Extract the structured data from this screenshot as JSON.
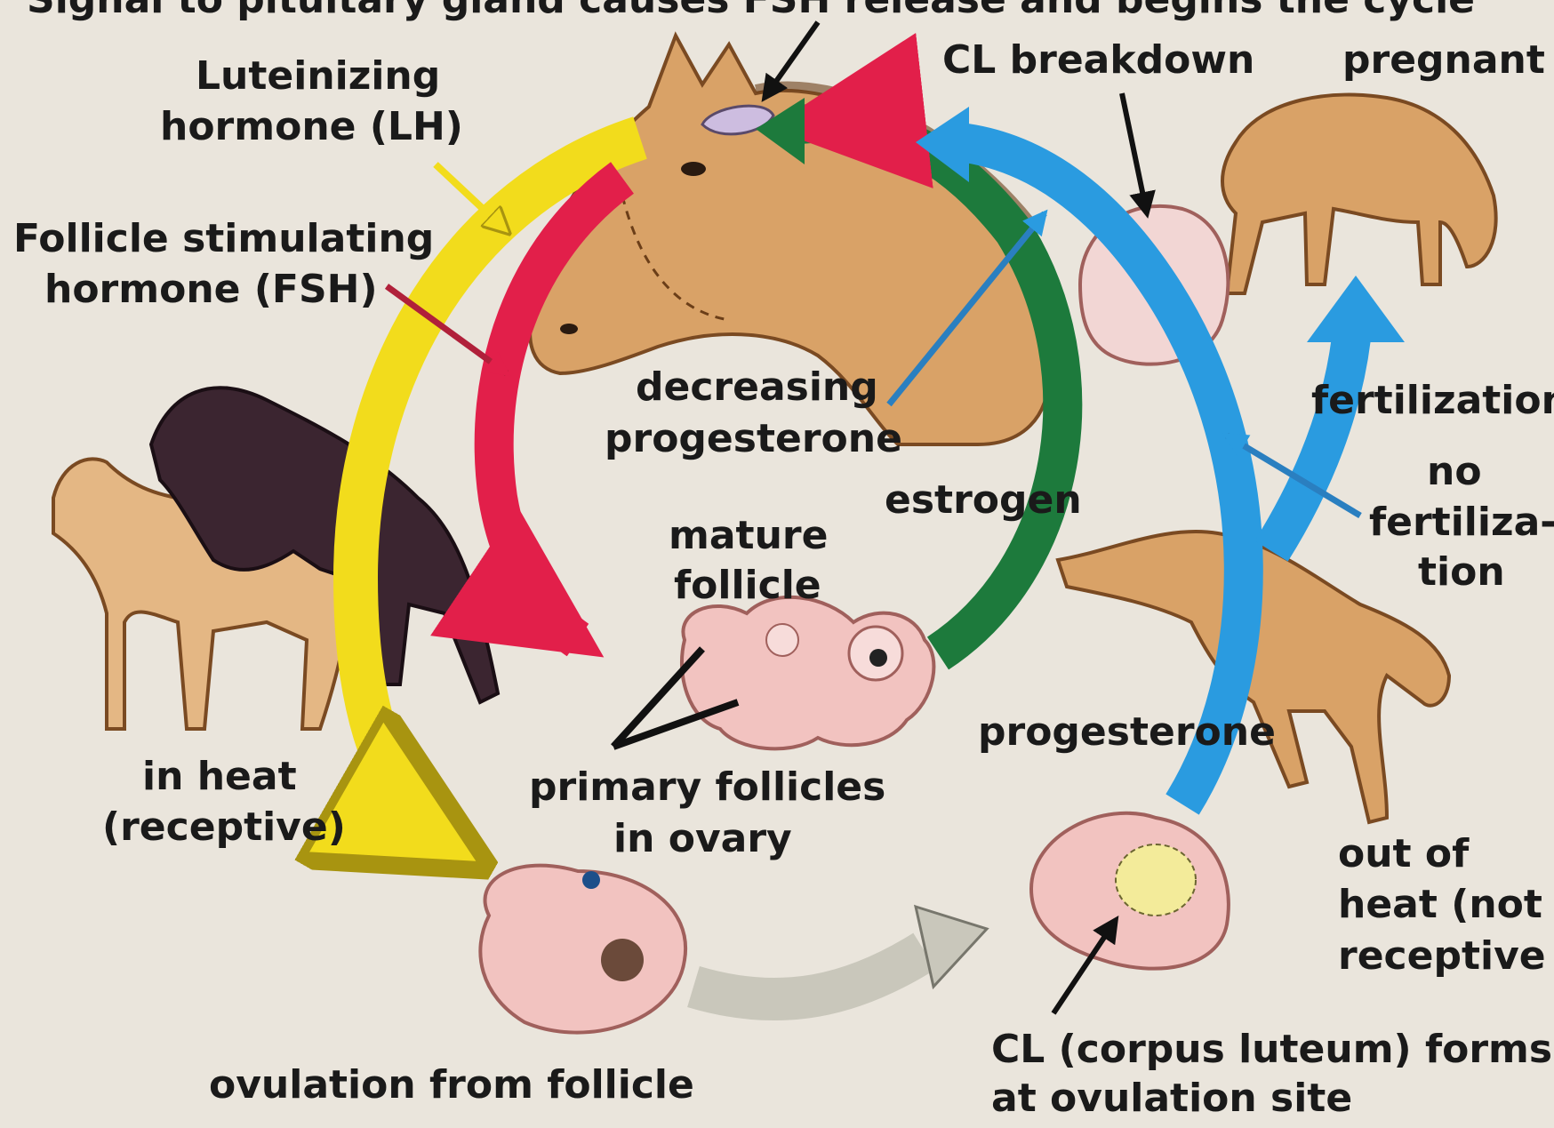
{
  "header_text": "Signal to pituitary gland causes FSH release and begins the cycle",
  "labels": {
    "lh_line1": "Luteinizing",
    "lh_line2": "hormone (LH)",
    "fsh_line1": "Follicle stimulating",
    "fsh_line2": "hormone (FSH)",
    "cl_breakdown": "CL breakdown",
    "pregnant": "pregnant",
    "decreasing_line1": "decreasing",
    "decreasing_line2": "progesterone",
    "fertilization": "fertilization",
    "no_fert_line1": "no",
    "no_fert_line2": "fertiliza-",
    "no_fert_line3": "tion",
    "estrogen": "estrogen",
    "mature_line1": "mature",
    "mature_line2": "follicle",
    "progesterone": "progesterone",
    "in_heat_line1": "in heat",
    "in_heat_line2": "(receptive)",
    "primary_line1": "primary follicles",
    "primary_line2": "in ovary",
    "out_heat_line1": "out of",
    "out_heat_line2": "heat (not",
    "out_heat_line3": "receptive",
    "cl_forms_line1": "CL (corpus luteum) forms",
    "cl_forms_line2": "at ovulation site",
    "ovulation": "ovulation from follicle"
  },
  "colors": {
    "background": "#eae5dc",
    "yellow_arrow": "#f2dc1c",
    "red_arrow": "#e21f4a",
    "green_arrow": "#1d7a3c",
    "blue_arrow": "#2a9be0",
    "gray_arrow": "#c9c7bb",
    "horse_tan": "#d9a267",
    "horse_dark": "#3b2530",
    "ovary_pink": "#f2c3c0"
  },
  "icons": [
    "horse-head-icon",
    "mating-horses-icon",
    "pregnant-horse-icon",
    "bucking-horse-icon",
    "ovary-icon",
    "ruptured-follicle-icon",
    "corpus-luteum-icon",
    "cl-breakdown-icon"
  ]
}
